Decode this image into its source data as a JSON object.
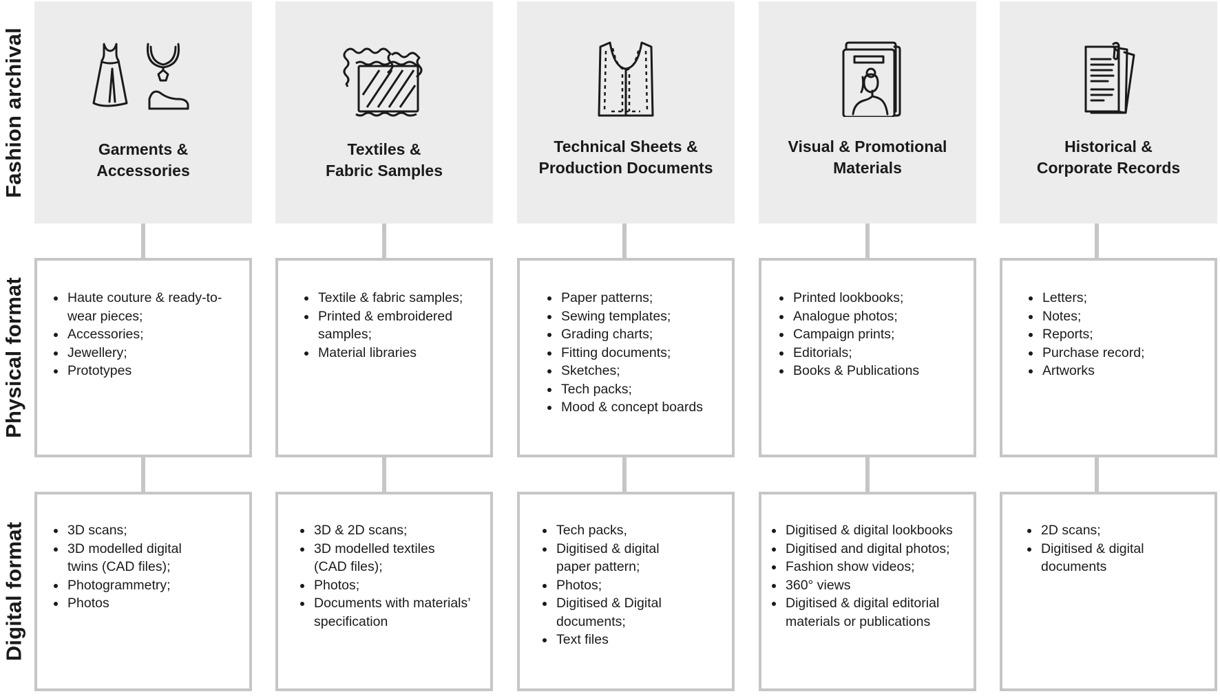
{
  "row_labels": {
    "archival": "Fashion archival",
    "physical": "Physical format",
    "digital": "Digital format"
  },
  "columns": [
    {
      "title_lines": [
        "Garments &",
        "Accessories"
      ],
      "icon": "garments-accessories-icon",
      "physical": [
        "Haute couture & ready-to-wear pieces;",
        "Accessories;",
        "Jewellery;",
        "Prototypes"
      ],
      "digital": [
        "3D scans;",
        "3D modelled digital twins (CAD files);",
        "Photogrammetry;",
        "Photos"
      ]
    },
    {
      "title_lines": [
        "Textiles &",
        "Fabric Samples"
      ],
      "icon": "fabric-samples-icon",
      "physical": [
        "Textile & fabric samples;",
        "Printed & embroidered samples;",
        "Material libraries"
      ],
      "digital": [
        "3D & 2D scans;",
        "3D modelled textiles (CAD files);",
        "Photos;",
        "Documents with materials’ specification"
      ]
    },
    {
      "title_lines": [
        "Technical Sheets &",
        "Production Documents"
      ],
      "icon": "sewing-pattern-icon",
      "physical": [
        "Paper patterns;",
        "Sewing templates;",
        "Grading charts;",
        "Fitting documents;",
        "Sketches;",
        "Tech packs;",
        "Mood & concept boards"
      ],
      "digital": [
        "Tech packs,",
        "Digitised & digital paper pattern;",
        "Photos;",
        "Digitised & Digital documents;",
        "Text files"
      ]
    },
    {
      "title_lines": [
        "Visual & Promotional",
        "Materials"
      ],
      "icon": "portrait-book-icon",
      "physical": [
        "Printed lookbooks;",
        "Analogue photos;",
        "Campaign prints;",
        "Editorials;",
        "Books & Publications"
      ],
      "digital": [
        "Digitised & digital lookbooks",
        "Digitised and digital photos;",
        "Fashion show videos;",
        "360° views",
        "Digitised & digital editorial materials or publications"
      ]
    },
    {
      "title_lines": [
        "Historical &",
        "Corporate Records"
      ],
      "icon": "documents-stack-icon",
      "physical": [
        "Letters;",
        "Notes;",
        "Reports;",
        "Purchase record;",
        "Artworks"
      ],
      "digital": [
        "2D scans;",
        "Digitised & digital documents"
      ]
    }
  ],
  "colors": {
    "header_bg": "#ececec",
    "border": "#c6c6c6",
    "text": "#1a1a1a"
  }
}
